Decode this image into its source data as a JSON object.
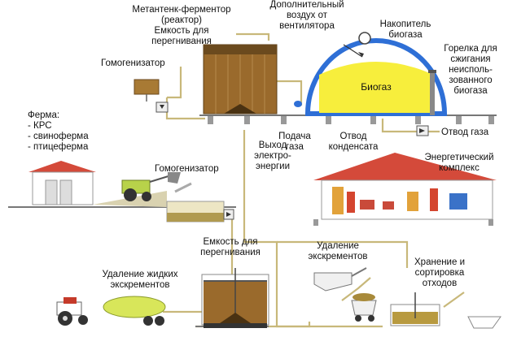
{
  "colors": {
    "pipe": "#c8b87a",
    "tank_brown": "#9a6a2c",
    "tank_dark": "#6b4a1e",
    "dome_blue": "#2e6fd6",
    "biogas_yellow": "#f7ee3c",
    "roof_red": "#d44a3a",
    "ground": "#777777",
    "tractor_red": "#c53a2a",
    "tractor_green": "#b8d24a"
  },
  "labels": {
    "metatank": "Метантенк-ферментор\n(реактор)\nЕмкость для\nперегнивания",
    "extra_air": "Дополнительный\nвоздух от\nвентилятора",
    "storage": "Накопитель\nбиогаза",
    "burner": "Горелка для\nсжигания\nнеисполь-\nзованного\nбиогаза",
    "biogas": "Биогаз",
    "homogenizer_top": "Гомогенизатор",
    "farm": "Ферма:\n- КРС\n- свиноферма\n- птицеферма",
    "gas_supply": "Подача\nгаза",
    "condensate": "Отвод\nконденсата",
    "gas_out": "Отвод газа",
    "power_out": "Выход\nэлектро-\nэнергии",
    "energy_complex": "Энергетический\nкомплекс",
    "homogenizer_mid": "Гомогенизатор",
    "rot_tank": "Емкость для\nперегнивания",
    "manure_removal": "Удаление\nэкскрементов",
    "liquid_removal": "Удаление жидких\nэкскрементов",
    "waste_storage": "Хранение и\nсортировка\nотходов"
  }
}
